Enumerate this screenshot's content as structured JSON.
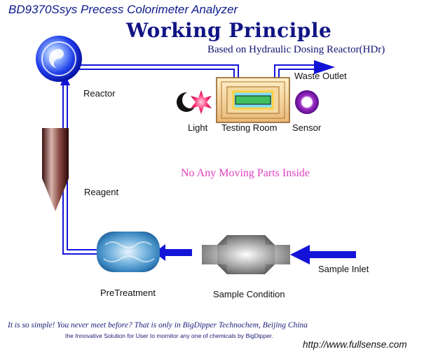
{
  "title": "BD9370Ssys Precess Colorimeter Analyzer",
  "heading": "Working Principle",
  "subheading": "Based on Hydraulic Dosing Reactor(HDr)",
  "components": {
    "reactor": "Reactor",
    "reagent": "Reagent",
    "light": "Light",
    "testing_room": "Testing Room",
    "sensor": "Sensor",
    "waste_outlet": "Waste Outlet",
    "pretreatment": "PreTreatment",
    "sample_condition": "Sample Condition",
    "sample_inlet": "Sample Inlet"
  },
  "note": "No Any Moving Parts Inside",
  "footer": {
    "line1": "It is so simple! You never meet before? That is only in BigDipper Technochem, Beijing China",
    "line2": "the Innovative Solution for User to mornitor any one of chemicals by BigDipper.",
    "website": "http://www.fullsense.com"
  },
  "colors": {
    "pipe": "#1414d8",
    "heading": "#101484",
    "note": "#e040c0",
    "title": "#0b1a8a"
  }
}
